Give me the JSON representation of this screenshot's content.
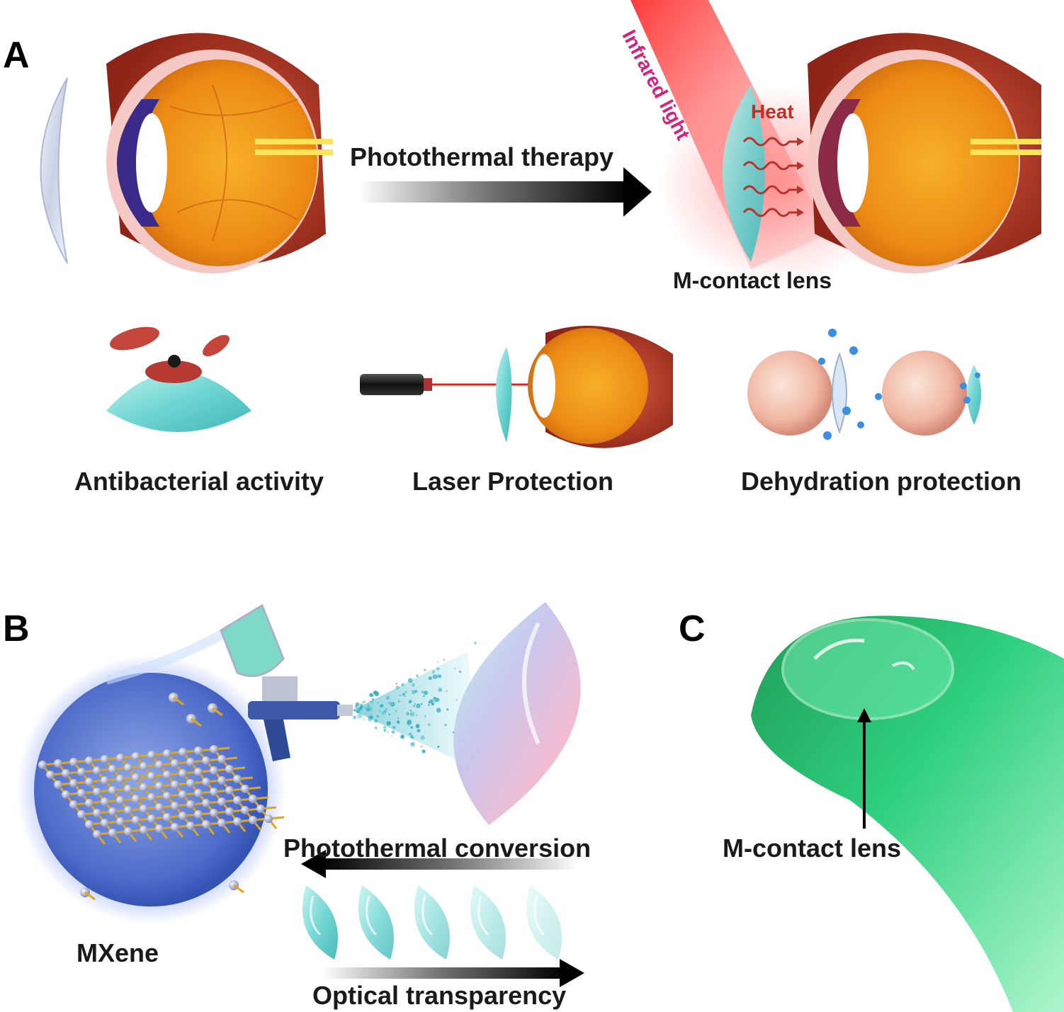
{
  "panels": {
    "a": {
      "letter": "A",
      "arrow_label": "Photothermal therapy",
      "infrared_label": "Infrared light",
      "heat_label": "Heat",
      "lens_label": "M-contact lens",
      "features": [
        {
          "label": "Antibacterial activity"
        },
        {
          "label": "Laser Protection"
        },
        {
          "label": "Dehydration protection"
        }
      ]
    },
    "b": {
      "letter": "B",
      "mxene_label": "MXene",
      "conversion_label": "Photothermal conversion",
      "transparency_label": "Optical transparency"
    },
    "c": {
      "letter": "C",
      "lens_label": "M-contact lens"
    }
  },
  "colors": {
    "retina_orange": "#f0961a",
    "sclera_red": "#b83222",
    "lens_cyan": "#7fe0dc",
    "infrared_red": "#f04040",
    "infrared_text": "#d6207f",
    "heat_text": "#b8322a",
    "finger_green": "#2ec777",
    "mxene_gold": "#e0a818",
    "mxene_atom": "#9aa0c8"
  }
}
